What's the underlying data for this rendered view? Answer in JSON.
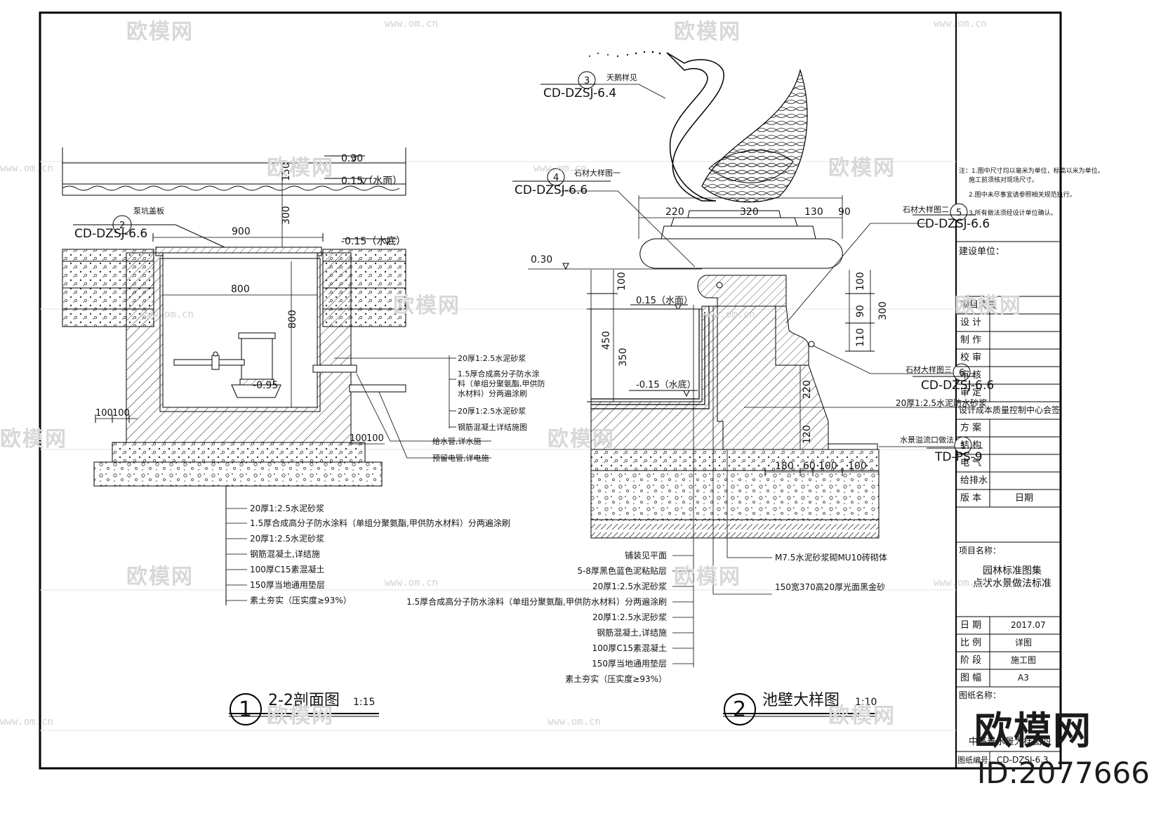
{
  "sheet": {
    "title_main": "2-2剖面图",
    "title_main_scale": "1:15",
    "title_main_num": "1",
    "title_detail": "池壁大样图",
    "title_detail_scale": "1:10",
    "title_detail_num": "2"
  },
  "section": {
    "elev_top": "0.30",
    "elev_water": "0.15（水面）",
    "elev_bottom": "-0.15（水底）",
    "elev_pump": "-0.95",
    "dim_900": "900",
    "dim_800w": "800",
    "dim_800h": "800",
    "dim_150": "150",
    "dim_300": "300",
    "dim_100a": "100",
    "dim_100b": "100",
    "dim_100c": "100",
    "dim_100d": "100",
    "ref_label": "泵坑盖板",
    "ref_num": "2",
    "ref_code": "CD-DZSJ-6.6",
    "right_notes": [
      "20厚1:2.5水泥砂浆",
      "1.5厚合成高分子防水涂",
      "料（单组分聚氨酯,甲供防",
      "水材料）分两遍涂刷",
      "20厚1:2.5水泥砂浆",
      "钢筋混凝土详结施图",
      "给水管,详水施",
      "预留电管,详电施"
    ],
    "layers": [
      "20厚1:2.5水泥砂浆",
      "1.5厚合成高分子防水涂料（单组分聚氨酯,甲供防水材料）分两遍涂刷",
      "20厚1:2.5水泥砂浆",
      "钢筋混凝土,详结施",
      "100厚C15素混凝土",
      "150厚当地通用垫层",
      "素土夯实（压实度≥93%）"
    ]
  },
  "detail": {
    "ref3_num": "3",
    "ref3_label": "天鹅样见",
    "ref3_code": "CD-DZSJ-6.4",
    "ref4_num": "4",
    "ref4_label": "石材大样图一",
    "ref4_code": "CD-DZSJ-6.6",
    "ref5_num": "5",
    "ref5_label": "石材大样图二",
    "ref5_code": "CD-DZSJ-6.6",
    "ref6_num": "6",
    "ref6_label": "石材大样图三",
    "ref6_code": "CD-DZSJ-6.6",
    "ref1_num": "1",
    "ref1_label": "水景溢流口做法",
    "ref1_code": "TD-PS-9",
    "elev_top": "0.30",
    "elev_water": "0.15（水面）",
    "elev_bottom": "-0.15（水底）",
    "dims_top": [
      "220",
      "320",
      "130",
      "90"
    ],
    "dims_left": [
      "100",
      "450",
      "350"
    ],
    "dims_right": [
      "100",
      "90",
      "110",
      "300"
    ],
    "dims_mid": [
      "220",
      "120"
    ],
    "dims_bottom": [
      "180",
      "60",
      "100",
      "100"
    ],
    "note_mortar": "20厚1:2.5水泥防水砂浆",
    "note_brick": "M7.5水泥砂浆砌MU10砖砌体",
    "note_stone": "150宽370高20厚光面黑金砂",
    "layers": [
      "铺装见平面",
      "5-8厚黑色蓝色泥粘贴层",
      "20厚1:2.5水泥砂浆",
      "1.5厚合成高分子防水涂料（单组分聚氨酯,甲供防水材料）分两遍涂刷",
      "20厚1:2.5水泥砂浆",
      "钢筋混凝土,详结施",
      "100厚C15素混凝土",
      "150厚当地通用垫层",
      "素土夯实（压实度≥93%）"
    ]
  },
  "title_block": {
    "notes": [
      "注：1.图中尺寸均以毫米为单位，标高以米为单位。",
      "施工前须核对现场尺寸。",
      "2.图中未尽事宜请参照相关规范执行。",
      "3.所有做法须经设计单位确认。"
    ],
    "construction_unit_label": "建设单位：",
    "rows_top": [
      "项目负责",
      "设 计",
      "制 作",
      "校 审",
      "审 核",
      "审 定"
    ],
    "cost_center": "设计成本质量控制中心会签",
    "rows_sign": [
      "方 案",
      "结 构",
      "电 气",
      "给排水"
    ],
    "version_label": "版 本",
    "date_col": "日期",
    "project_label": "项目名称：",
    "project_name1": "园林标准图集",
    "project_name2": "点状水景做法标准",
    "info_rows": [
      {
        "k": "日 期",
        "v": "2017.07"
      },
      {
        "k": "比 例",
        "v": "详图"
      },
      {
        "k": "阶 段",
        "v": "施工图"
      },
      {
        "k": "图 幅",
        "v": "A3"
      }
    ],
    "drawing_name_label": "图纸名称：",
    "drawing_name": "中高景水景大样图四",
    "drawing_no_label": "图纸编号",
    "drawing_no": "CD-DZSJ-6.3"
  },
  "watermark": {
    "logo_text": "欧模网",
    "url": "www.om.cn",
    "brand": "欧模网",
    "id": "ID:2077666"
  }
}
